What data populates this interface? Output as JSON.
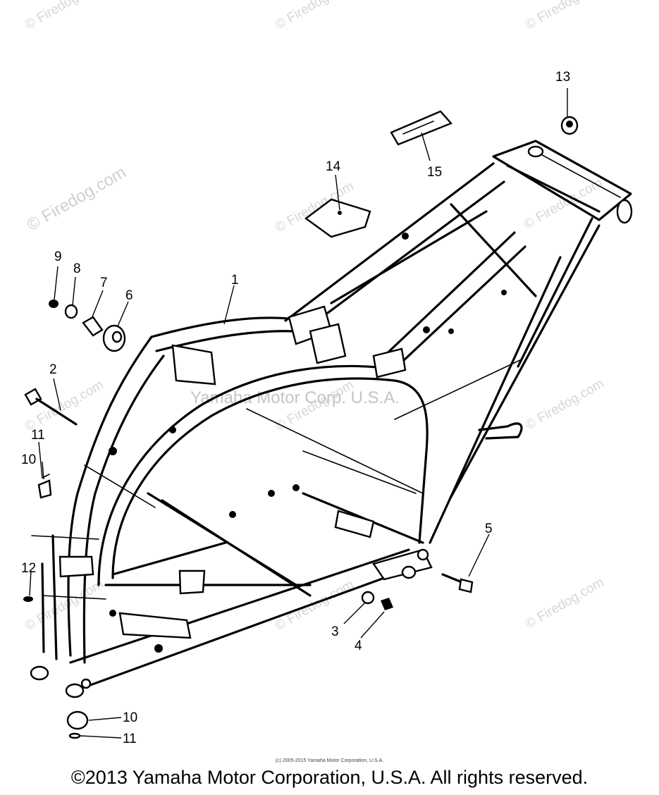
{
  "watermark": {
    "site": "© Firedog.com",
    "center": "Yamaha Motor Corp. U.S.A."
  },
  "callouts": {
    "c1": "1",
    "c2": "2",
    "c3": "3",
    "c4": "4",
    "c5": "5",
    "c6": "6",
    "c7": "7",
    "c8": "8",
    "c9": "9",
    "c10a": "10",
    "c10b": "10",
    "c11a": "11",
    "c11b": "11",
    "c12": "12",
    "c13": "13",
    "c14": "14",
    "c15": "15"
  },
  "footer": {
    "small_credit": "(c) 2005-2015 Yamaha Motor Corporation, U.S.A.",
    "copyright": "©2013 Yamaha Motor Corporation, U.S.A. All rights reserved."
  }
}
